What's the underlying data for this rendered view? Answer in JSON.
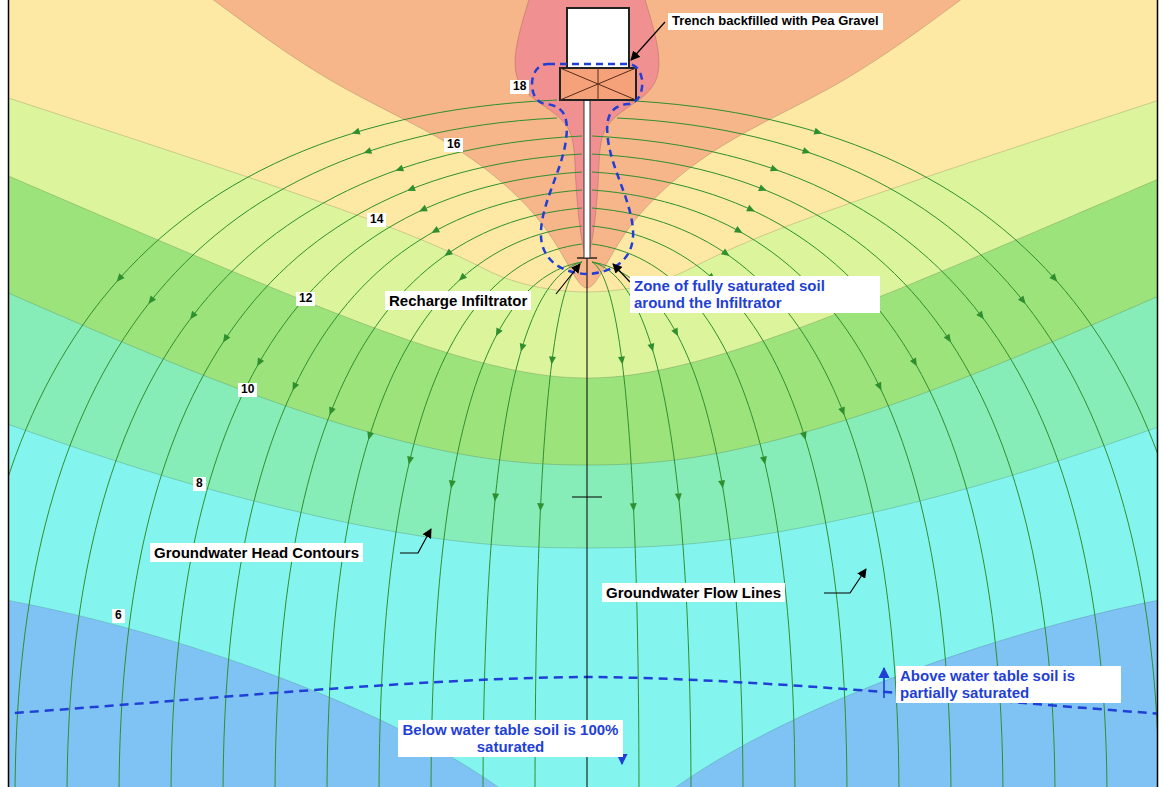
{
  "diagram": {
    "labels": [
      "Trench backfilled with Pea Gravel",
      "18",
      "16",
      "14",
      "12",
      "10",
      "8",
      "6",
      "Recharge Infiltrator",
      "Zone of fully saturated soil around the Infiltrator",
      "Groundwater Head Contours",
      "Groundwater Flow Lines",
      "Above water table soil is partially saturated",
      "Below water table soil is 100% saturated"
    ]
  }
}
